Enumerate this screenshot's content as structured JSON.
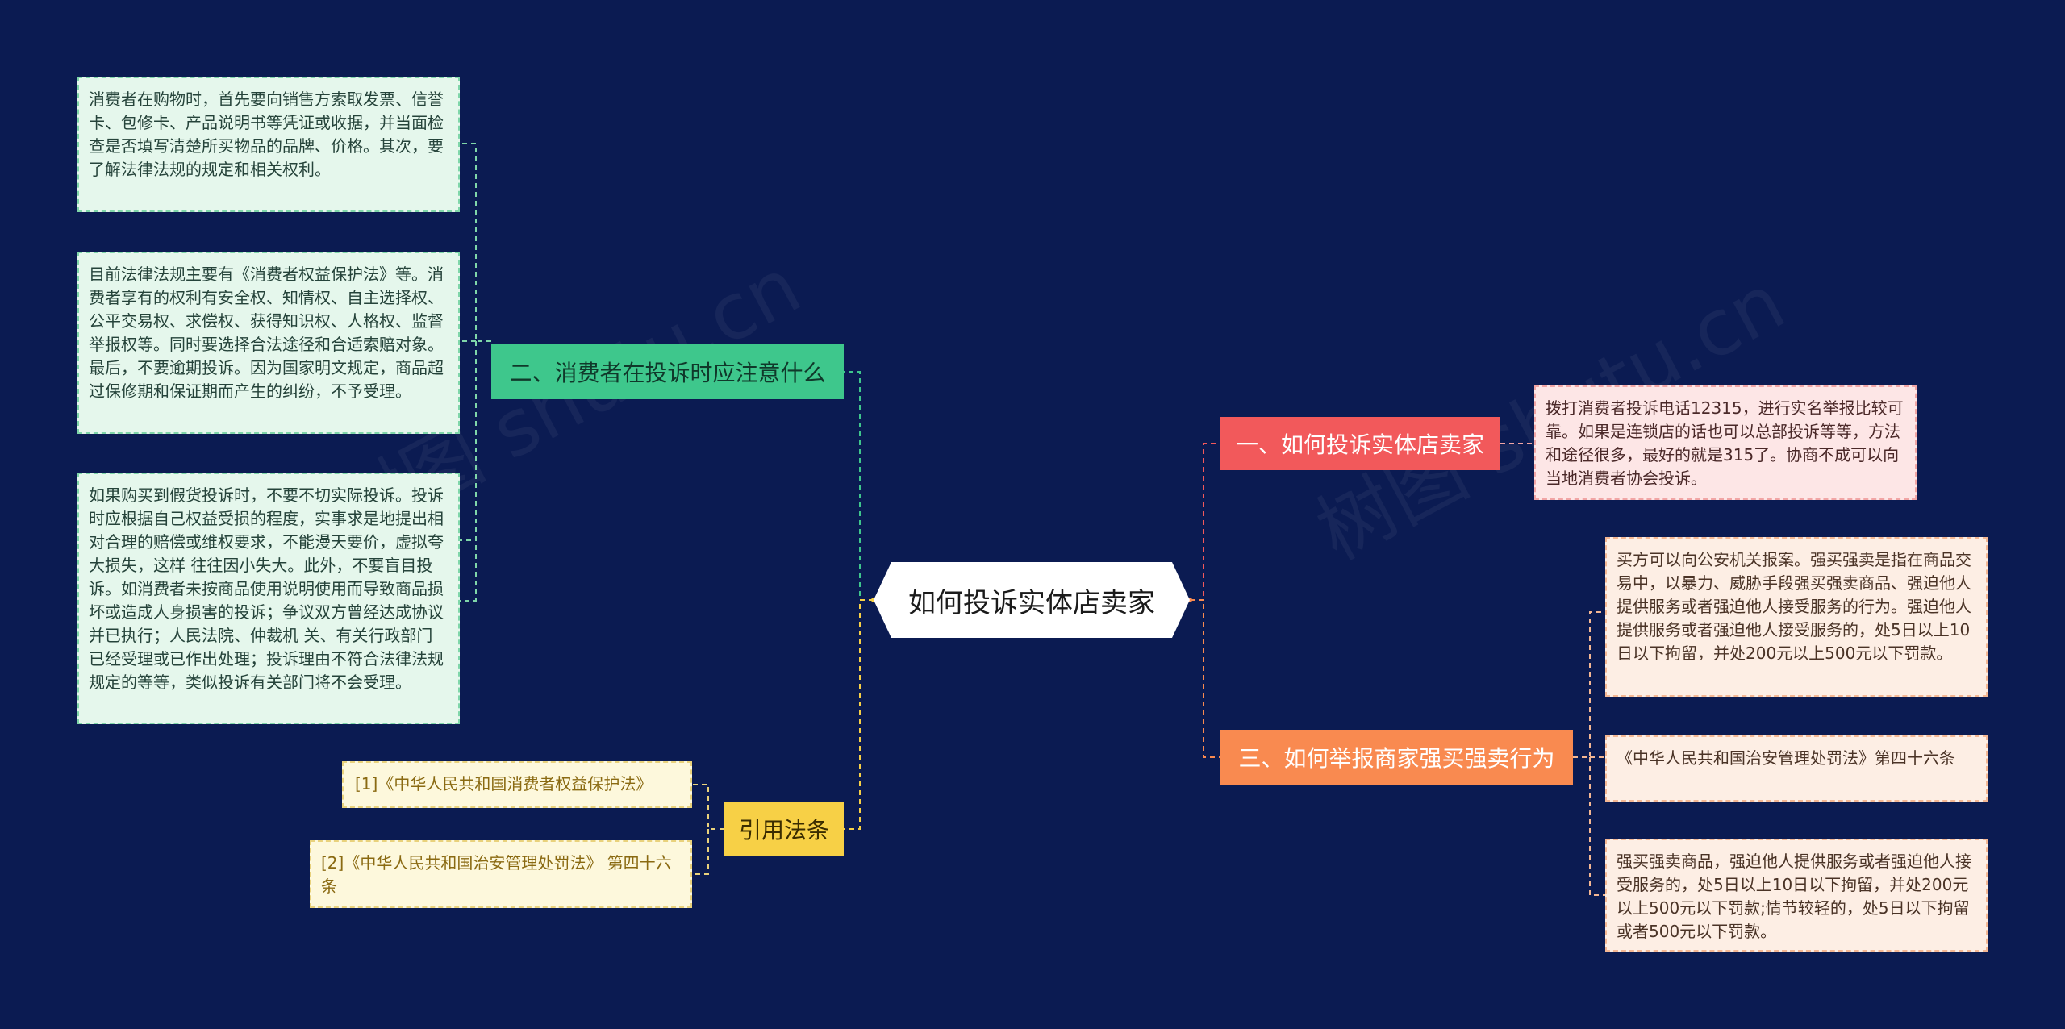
{
  "root": {
    "label": "如何投诉实体店卖家"
  },
  "branches": {
    "notes": {
      "label": "二、消费者在投诉时应注意什么",
      "leaves": [
        "消费者在购物时，首先要向销售方索取发票、信誉卡、包修卡、产品说明书等凭证或收据，并当面检查是否填写清楚所买物品的品牌、价格。其次，要了解法律法规的规定和相关权利。",
        "目前法律法规主要有《消费者权益保护法》等。消费者享有的权利有安全权、知情权、自主选择权、公平交易权、求偿权、获得知识权、人格权、监督举报权等。同时要选择合法途径和合适索赔对象。最后，不要逾期投诉。因为国家明文规定，商品超过保修期和保证期而产生的纠纷，不予受理。",
        "如果购买到假货投诉时，不要不切实际投诉。投诉时应根据自己权益受损的程度，实事求是地提出相对合理的赔偿或维权要求，不能漫天要价，虚拟夸大损失，这样 往往因小失大。此外，不要盲目投诉。如消费者未按商品使用说明使用而导致商品损坏或造成人身损害的投诉；争议双方曾经达成协议并已执行；人民法院、仲裁机 关、有关行政部门已经受理或已作出处理；投诉理由不符合法律法规规定的等等，类似投诉有关部门将不会受理。"
      ]
    },
    "laws": {
      "label": "引用法条",
      "leaves": [
        "[1]《中华人民共和国消费者权益保护法》",
        "[2]《中华人民共和国治安管理处罚法》 第四十六条"
      ]
    },
    "how": {
      "label": "一、如何投诉实体店卖家",
      "leaves": [
        "拨打消费者投诉电话12315，进行实名举报比较可靠。如果是连锁店的话也可以总部投诉等等，方法和途径很多，最好的就是315了。协商不成可以向当地消费者协会投诉。"
      ]
    },
    "report": {
      "label": "三、如何举报商家强买强卖行为",
      "leaves": [
        "买方可以向公安机关报案。强买强卖是指在商品交易中，以暴力、威胁手段强买强卖商品、强迫他人提供服务或者强迫他人接受服务的行为。强迫他人提供服务或者强迫他人接受服务的，处5日以上10日以下拘留，并处200元以上500元以下罚款。",
        "《中华人民共和国治安管理处罚法》第四十六条",
        "强买强卖商品，强迫他人提供服务或者强迫他人接受服务的，处5日以上10日以下拘留，并处200元以上500元以下罚款;情节较轻的，处5日以下拘留或者500元以下罚款。"
      ]
    }
  },
  "watermarks": [
    "树图 shutu.cn",
    "树图 shutu.cn"
  ],
  "colors": {
    "background": "#0b1b52",
    "green": "#3ec78c",
    "yellow": "#f7d046",
    "red": "#f2595b",
    "orange": "#f98a50"
  }
}
